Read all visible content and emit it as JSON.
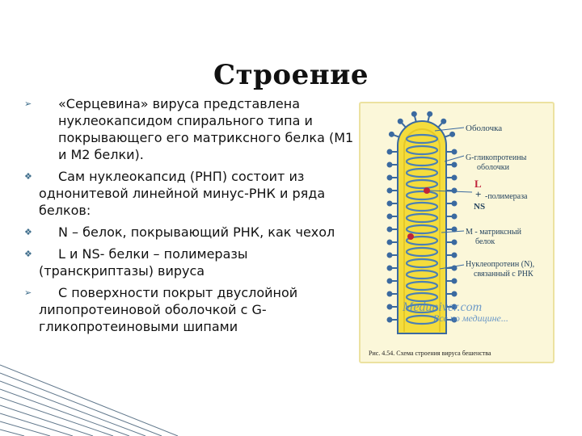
{
  "title": "Строение",
  "bullets": [
    {
      "marker": "arrow",
      "text": "«Серцевина» вируса представлена нуклеокапсидом спирального типа и покрывающего его матриксного белка (М1 и М2 белки)."
    },
    {
      "marker": "diamond",
      "text": "Сам нуклеокапсид (РНП) состоит из однонитевой линейной минус-РНК и ряда белков:"
    },
    {
      "marker": "diamond",
      "text": "N – белок, покрывающий РНК, как чехол"
    },
    {
      "marker": "diamond",
      "text": "L и NS- белки – полимеразы (транскриптазы) вируса"
    },
    {
      "marker": "arrow",
      "text": "С поверхности покрыт двуслойной липопротеиновой оболочкой с G-гликопротеиновыми шипами"
    }
  ],
  "figure": {
    "labels": {
      "envelope": "Оболочка",
      "glyco_1": "G-гликопротеины",
      "glyco_2": "оболочки",
      "L": "L",
      "plus": "+",
      "NS": "NS",
      "polymerase": "-полимераза",
      "matrix_1": "М - матриксный",
      "matrix_2": "белок",
      "nucleo_1": "Нуклеопротеин (N),",
      "nucleo_2": "связанный с РНК"
    },
    "watermark_1": "Meduniver.com",
    "watermark_2": "Все по медицине...",
    "caption": "Рис. 4.54. Схема строения вируса бешенства",
    "colors": {
      "capsule": "#f4dc3c",
      "coil": "#4a7fb5",
      "spike": "#3b6aa0",
      "dot": "#c0233a"
    }
  },
  "icons": {
    "bullet_arrow": "arrow-bullet-icon",
    "bullet_diamond": "diamond-bullet-icon"
  }
}
